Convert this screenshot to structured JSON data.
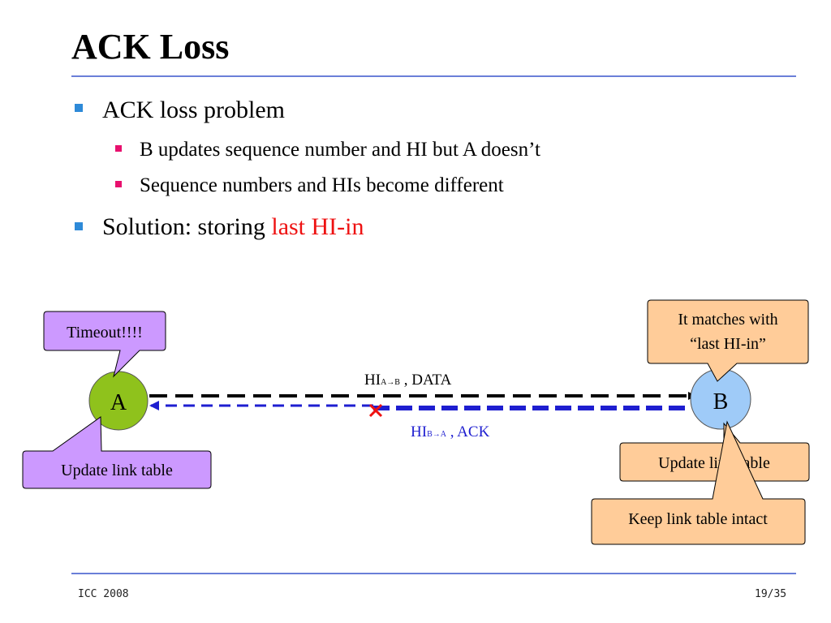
{
  "slide": {
    "title": "ACK Loss",
    "bullets": {
      "b1": "ACK loss problem",
      "b1_sub1": "B updates sequence number and HI but A doesn’t",
      "b1_sub2": "Sequence numbers and HIs become different",
      "b2_prefix": "Solution: storing ",
      "b2_highlight": "last HI-in"
    }
  },
  "diagram": {
    "node_a_label": "A",
    "node_b_label": "B",
    "data_msg": {
      "main": "HI",
      "sub": "A→B",
      "rest": " , DATA"
    },
    "ack_msg": {
      "main": "HI",
      "sub": "B→A",
      "rest": " , ACK"
    },
    "callout_timeout": "Timeout!!!!",
    "callout_update_a": "Update link table",
    "callout_match_line1": "It matches with",
    "callout_match_line2": "“last HI-in”",
    "callout_update_b": "Update link table",
    "callout_keep": "Keep link table intact",
    "colors": {
      "node_a": "#8fc21c",
      "node_b": "#9fcbf8",
      "callout_purple": "#cc99ff",
      "callout_orange": "#ffcc99",
      "ack_arrow": "#1e1ed0",
      "loss_mark": "#ee1111"
    }
  },
  "footer": {
    "left": "ICC 2008",
    "right": "19/35"
  }
}
